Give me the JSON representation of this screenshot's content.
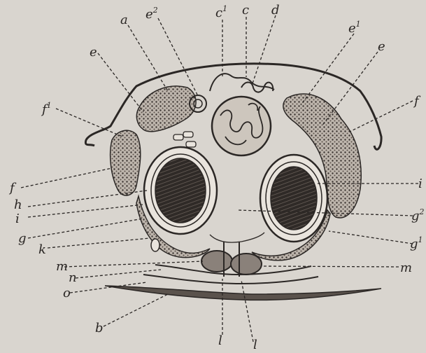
{
  "figure": {
    "labels": [
      {
        "id": "a",
        "text": "a"
      },
      {
        "id": "e2",
        "text": "e",
        "sup": "2"
      },
      {
        "id": "c1",
        "text": "c",
        "sup": "1"
      },
      {
        "id": "c",
        "text": "c"
      },
      {
        "id": "d",
        "text": "d"
      },
      {
        "id": "e1",
        "text": "e",
        "sup": "1"
      },
      {
        "id": "e-left",
        "text": "e"
      },
      {
        "id": "e-right",
        "text": "e"
      },
      {
        "id": "f1",
        "text": "f",
        "sup": "1"
      },
      {
        "id": "f-right",
        "text": "f"
      },
      {
        "id": "f-left",
        "text": "f"
      },
      {
        "id": "h",
        "text": "h"
      },
      {
        "id": "i-left",
        "text": "i"
      },
      {
        "id": "i-right",
        "text": "i"
      },
      {
        "id": "g",
        "text": "g"
      },
      {
        "id": "g2",
        "text": "g",
        "sup": "2"
      },
      {
        "id": "g1",
        "text": "g",
        "sup": "1"
      },
      {
        "id": "k",
        "text": "k"
      },
      {
        "id": "m-left",
        "text": "m"
      },
      {
        "id": "m-right",
        "text": "m"
      },
      {
        "id": "n",
        "text": "n"
      },
      {
        "id": "o",
        "text": "o"
      },
      {
        "id": "b",
        "text": "b"
      },
      {
        "id": "l-left",
        "text": "l"
      },
      {
        "id": "l-right",
        "text": "l"
      }
    ]
  }
}
